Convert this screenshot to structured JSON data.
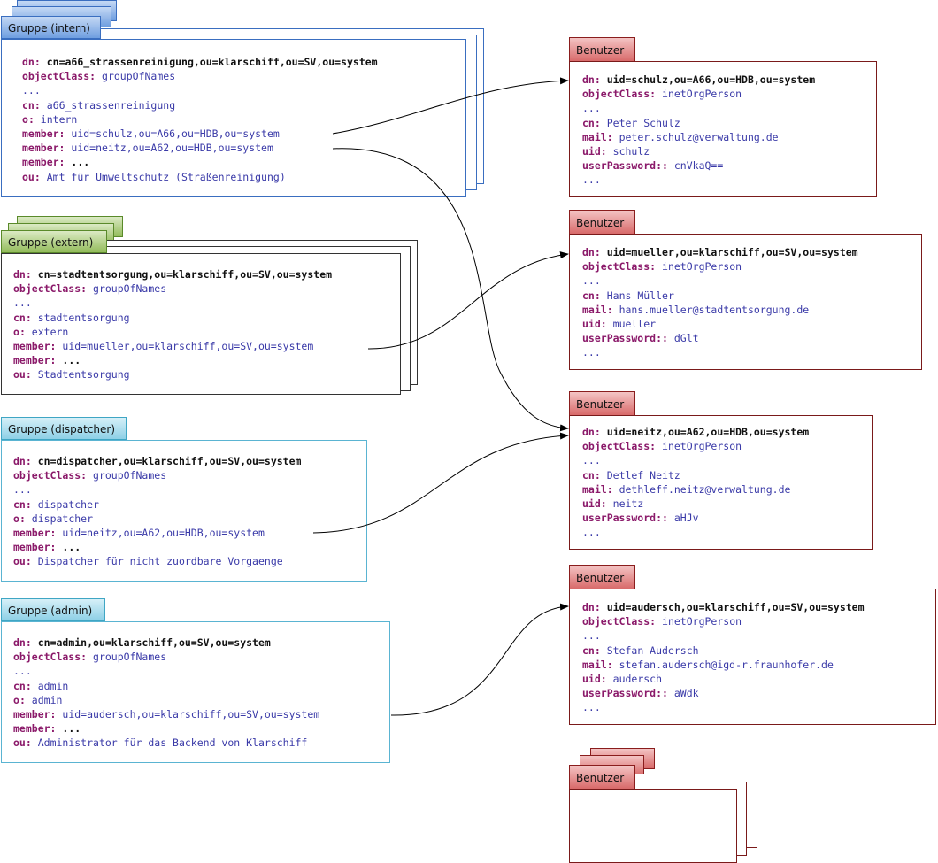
{
  "groups": [
    {
      "tab": "Gruppe (intern)",
      "rows": [
        {
          "k": "dn",
          "v": "cn=a66_strassenreinigung,ou=klarschiff,ou=SV,ou=system",
          "dn": true
        },
        {
          "k": "objectClass",
          "v": "groupOfNames"
        },
        {
          "dots": "..."
        },
        {
          "k": "cn",
          "v": "a66_strassenreinigung"
        },
        {
          "k": "o",
          "v": "intern"
        },
        {
          "k": "member",
          "v": "uid=schulz,ou=A66,ou=HDB,ou=system"
        },
        {
          "k": "member",
          "v": "uid=neitz,ou=A62,ou=HDB,ou=system"
        },
        {
          "k": "member",
          "v": "..."
        },
        {
          "k": "ou",
          "v": "Amt für Umweltschutz (Straßenreinigung)"
        }
      ]
    },
    {
      "tab": "Gruppe (extern)",
      "rows": [
        {
          "k": "dn",
          "v": "cn=stadtentsorgung,ou=klarschiff,ou=SV,ou=system",
          "dn": true
        },
        {
          "k": "objectClass",
          "v": "groupOfNames"
        },
        {
          "dots": "..."
        },
        {
          "k": "cn",
          "v": "stadtentsorgung"
        },
        {
          "k": "o",
          "v": "extern"
        },
        {
          "k": "member",
          "v": "uid=mueller,ou=klarschiff,ou=SV,ou=system"
        },
        {
          "k": "member",
          "v": "..."
        },
        {
          "k": "ou",
          "v": "Stadtentsorgung"
        }
      ]
    },
    {
      "tab": "Gruppe (dispatcher)",
      "rows": [
        {
          "k": "dn",
          "v": "cn=dispatcher,ou=klarschiff,ou=SV,ou=system",
          "dn": true
        },
        {
          "k": "objectClass",
          "v": "groupOfNames"
        },
        {
          "dots": "..."
        },
        {
          "k": "cn",
          "v": "dispatcher"
        },
        {
          "k": "o",
          "v": "dispatcher"
        },
        {
          "k": "member",
          "v": "uid=neitz,ou=A62,ou=HDB,ou=system"
        },
        {
          "k": "member",
          "v": "..."
        },
        {
          "k": "ou",
          "v": "Dispatcher für nicht zuordbare Vorgaenge"
        }
      ]
    },
    {
      "tab": "Gruppe (admin)",
      "rows": [
        {
          "k": "dn",
          "v": "cn=admin,ou=klarschiff,ou=SV,ou=system",
          "dn": true
        },
        {
          "k": "objectClass",
          "v": "groupOfNames"
        },
        {
          "dots": "..."
        },
        {
          "k": "cn",
          "v": "admin"
        },
        {
          "k": "o",
          "v": "admin"
        },
        {
          "k": "member",
          "v": "uid=audersch,ou=klarschiff,ou=SV,ou=system"
        },
        {
          "k": "member",
          "v": "..."
        },
        {
          "k": "ou",
          "v": "Administrator für das Backend von Klarschiff"
        }
      ]
    }
  ],
  "users": [
    {
      "tab": "Benutzer",
      "rows": [
        {
          "k": "dn",
          "v": "uid=schulz,ou=A66,ou=HDB,ou=system",
          "dn": true
        },
        {
          "k": "objectClass",
          "v": "inetOrgPerson"
        },
        {
          "dots": "..."
        },
        {
          "k": "cn",
          "v": "Peter Schulz"
        },
        {
          "k": "mail",
          "v": "peter.schulz@verwaltung.de"
        },
        {
          "k": "uid",
          "v": "schulz"
        },
        {
          "k": "userPassword:",
          "v": "cnVkaQ=="
        },
        {
          "dots": "..."
        }
      ]
    },
    {
      "tab": "Benutzer",
      "rows": [
        {
          "k": "dn",
          "v": "uid=mueller,ou=klarschiff,ou=SV,ou=system",
          "dn": true
        },
        {
          "k": "objectClass",
          "v": "inetOrgPerson"
        },
        {
          "dots": "..."
        },
        {
          "k": "cn",
          "v": "Hans Müller"
        },
        {
          "k": "mail",
          "v": "hans.mueller@stadtentsorgung.de"
        },
        {
          "k": "uid",
          "v": "mueller"
        },
        {
          "k": "userPassword:",
          "v": "dGlt"
        },
        {
          "dots": "..."
        }
      ]
    },
    {
      "tab": "Benutzer",
      "rows": [
        {
          "k": "dn",
          "v": "uid=neitz,ou=A62,ou=HDB,ou=system",
          "dn": true
        },
        {
          "k": "objectClass",
          "v": "inetOrgPerson"
        },
        {
          "dots": "..."
        },
        {
          "k": "cn",
          "v": "Detlef Neitz"
        },
        {
          "k": "mail",
          "v": "dethleff.neitz@verwaltung.de"
        },
        {
          "k": "uid",
          "v": "neitz"
        },
        {
          "k": "userPassword:",
          "v": "aHJv"
        },
        {
          "dots": "..."
        }
      ]
    },
    {
      "tab": "Benutzer",
      "rows": [
        {
          "k": "dn",
          "v": "uid=audersch,ou=klarschiff,ou=SV,ou=system",
          "dn": true
        },
        {
          "k": "objectClass",
          "v": "inetOrgPerson"
        },
        {
          "dots": "..."
        },
        {
          "k": "cn",
          "v": "Stefan Audersch"
        },
        {
          "k": "mail",
          "v": "stefan.audersch@igd-r.fraunhofer.de"
        },
        {
          "k": "uid",
          "v": "audersch"
        },
        {
          "k": "userPassword:",
          "v": "aWdk"
        },
        {
          "dots": "..."
        }
      ]
    }
  ],
  "empty_user_tab": "Benutzer",
  "colors": {
    "key": "#8b1a6a",
    "value": "#3a3aa8",
    "group_intern": "#3a6ec0",
    "group_extern": "#5a8a2a",
    "group_dispatcher": "#5ab4d2",
    "user": "#7a1a1a"
  },
  "connections": [
    {
      "from": "group-intern member uid=schulz",
      "to": "user schulz"
    },
    {
      "from": "group-intern member uid=neitz",
      "to": "user neitz"
    },
    {
      "from": "group-extern member uid=mueller",
      "to": "user mueller"
    },
    {
      "from": "group-dispatcher member uid=neitz",
      "to": "user neitz"
    },
    {
      "from": "group-admin member uid=audersch",
      "to": "user audersch"
    }
  ]
}
